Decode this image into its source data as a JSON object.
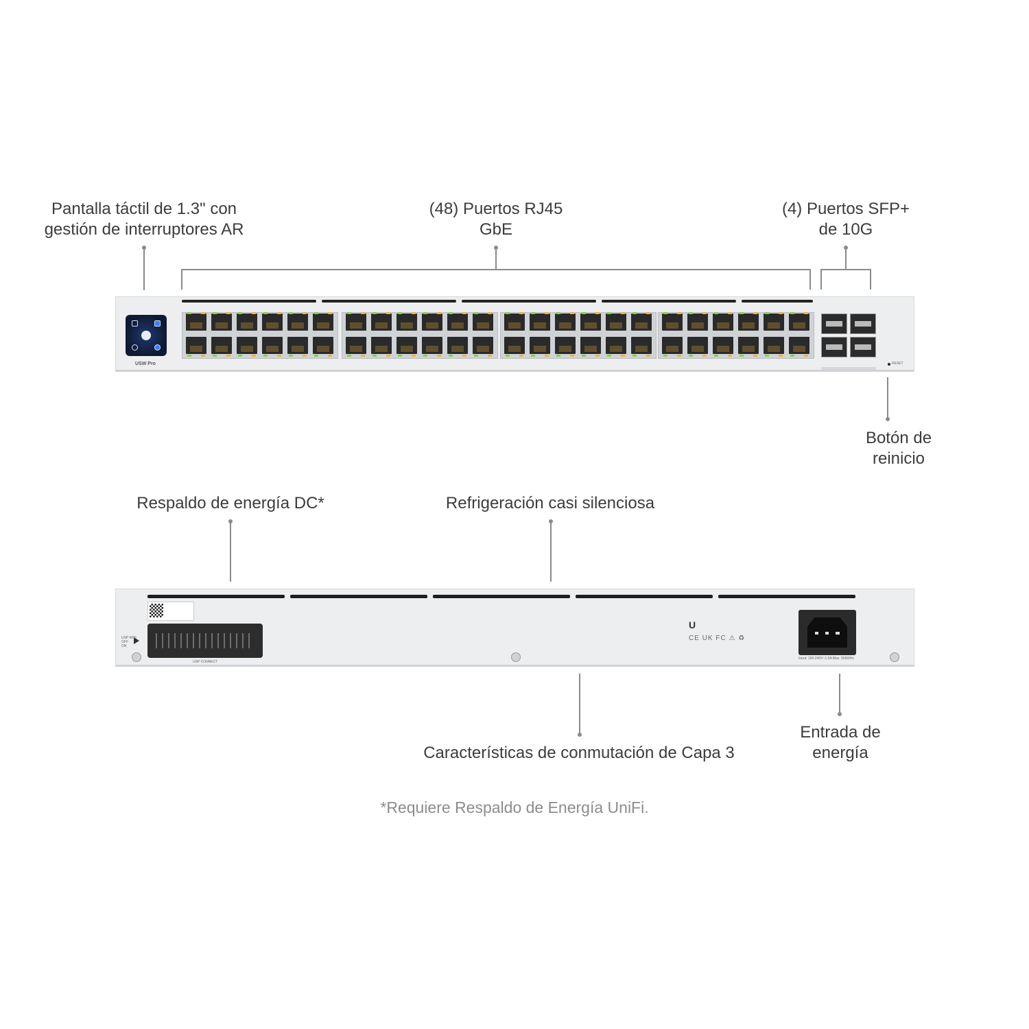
{
  "callouts": {
    "touchscreen": [
      "Pantalla táctil de 1.3\" con",
      "gestión de interruptores AR"
    ],
    "rj45": [
      "(48) Puertos RJ45",
      "GbE"
    ],
    "sfp": [
      "(4) Puertos SFP+",
      "de 10G"
    ],
    "reset": [
      "Botón de",
      "reinicio"
    ],
    "dc_backup": "Respaldo de energía DC*",
    "cooling": "Refrigeración casi silenciosa",
    "layer3": "Características de conmutación de Capa 3",
    "power_in": [
      "Entrada de",
      "energía"
    ]
  },
  "footnote": "*Requiere Respaldo de Energía UniFi.",
  "device": {
    "model_label": "USW Pro",
    "reset_label": "RESET",
    "usp_label": "USP CONNECT",
    "input_label": "Input: 100-240V~1.5A Max. 50/60Hz",
    "rps_labels": [
      "USP RPS",
      "OFF",
      "ON"
    ],
    "logo": "U",
    "certs": "CE UK FC ⚠ ♻"
  },
  "colors": {
    "led_green": "#7fd34a",
    "led_orange": "#f1b33a",
    "chassis": "#eceef0"
  }
}
